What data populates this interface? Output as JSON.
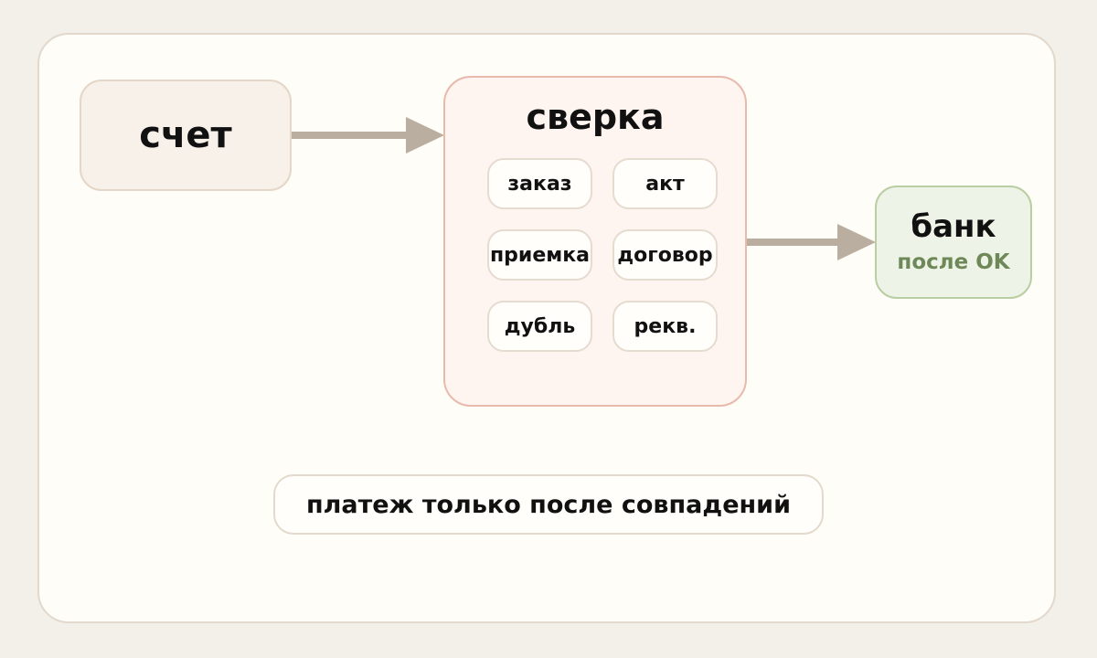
{
  "nodes": {
    "invoice": {
      "label": "счет"
    },
    "reconciliation": {
      "title": "сверка",
      "checks": [
        "заказ",
        "акт",
        "приемка",
        "договор",
        "дубль",
        "рекв."
      ]
    },
    "bank": {
      "title": "банк",
      "subtitle": "после OK"
    }
  },
  "note": "платеж только после совпадений",
  "colors": {
    "background": "#f3efe9",
    "canvas": "#fefdf8",
    "arrow": "#b9ae9f",
    "invoice_fill": "#f8f1e9",
    "reconciliation_fill": "#fef4f0",
    "reconciliation_border": "#e8baac",
    "bank_fill": "#eef3e8",
    "bank_border": "#b9cea3",
    "bank_subtitle": "#6f8858"
  }
}
